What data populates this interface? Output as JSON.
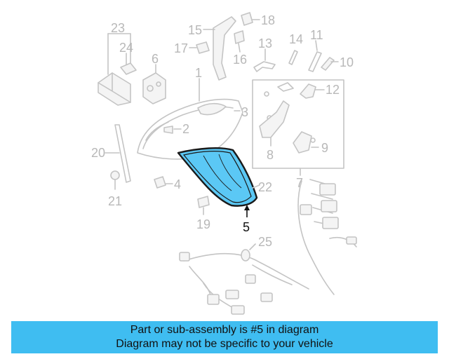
{
  "diagram": {
    "highlight_color": "#5bc8f5",
    "callouts": [
      {
        "id": "23",
        "label": "23"
      },
      {
        "id": "24",
        "label": "24"
      },
      {
        "id": "6",
        "label": "6"
      },
      {
        "id": "15",
        "label": "15"
      },
      {
        "id": "17",
        "label": "17"
      },
      {
        "id": "16",
        "label": "16"
      },
      {
        "id": "18",
        "label": "18"
      },
      {
        "id": "13",
        "label": "13"
      },
      {
        "id": "14",
        "label": "14"
      },
      {
        "id": "11",
        "label": "11"
      },
      {
        "id": "10",
        "label": "10"
      },
      {
        "id": "1",
        "label": "1"
      },
      {
        "id": "3",
        "label": "3"
      },
      {
        "id": "2",
        "label": "2"
      },
      {
        "id": "12",
        "label": "12"
      },
      {
        "id": "20",
        "label": "20"
      },
      {
        "id": "9",
        "label": "9"
      },
      {
        "id": "8",
        "label": "8"
      },
      {
        "id": "7",
        "label": "7"
      },
      {
        "id": "4",
        "label": "4"
      },
      {
        "id": "22",
        "label": "22"
      },
      {
        "id": "21",
        "label": "21"
      },
      {
        "id": "5",
        "label": "5",
        "highlighted": true
      },
      {
        "id": "19",
        "label": "19"
      },
      {
        "id": "25",
        "label": "25"
      }
    ]
  },
  "caption": {
    "line1": "Part or sub-assembly is #5 in diagram",
    "line2": "Diagram may not be specific to your vehicle",
    "background": "#3fbdf1"
  }
}
